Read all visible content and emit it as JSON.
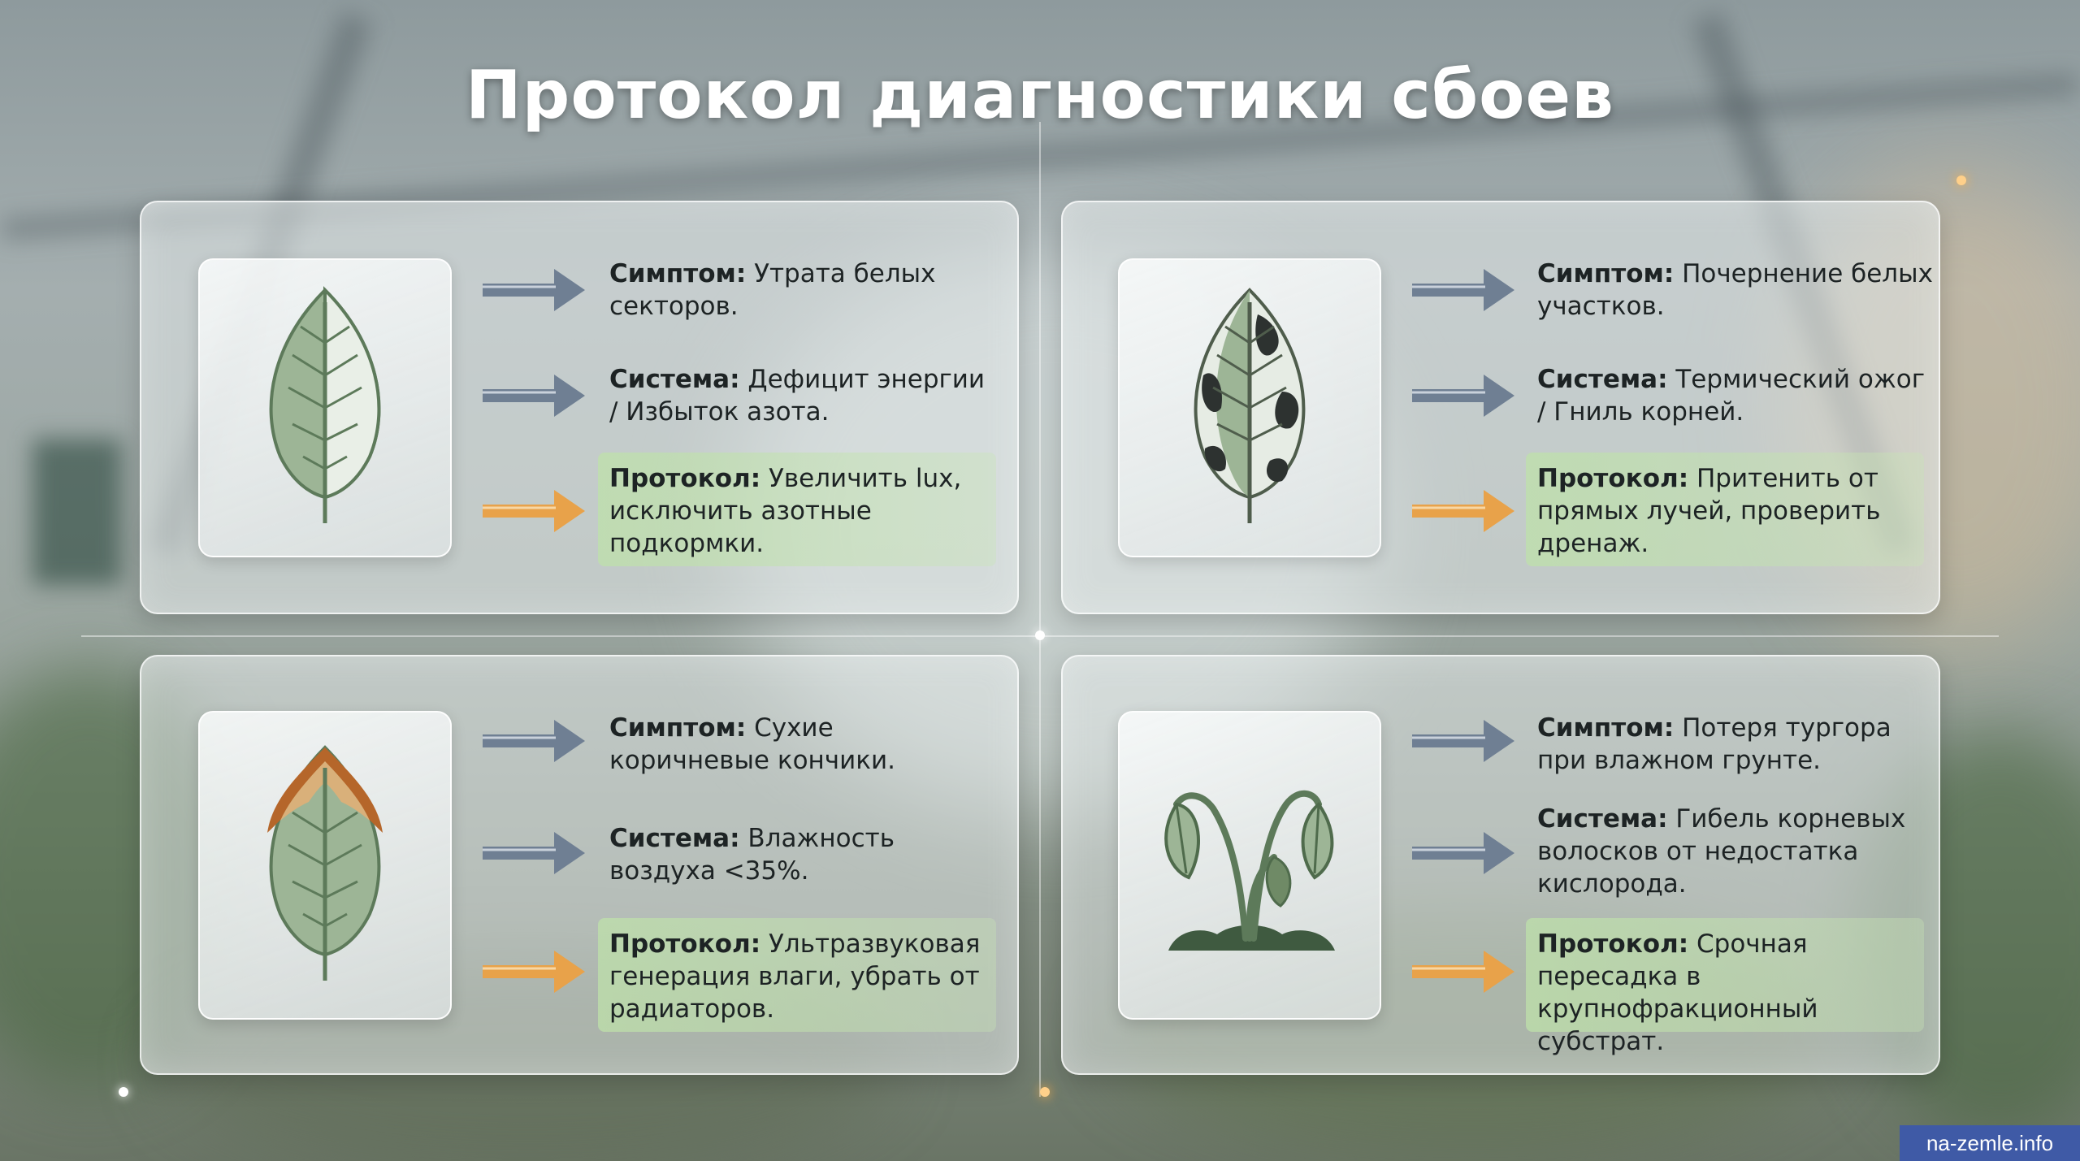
{
  "title": "Протокол диагностики сбоев",
  "colors": {
    "arrow_gray": "#6f7f93",
    "arrow_orange": "#e8a24a",
    "leaf_green": "#9db596",
    "protocol_highlight": "#c3e2b0",
    "watermark_bg": "#3f5aa6"
  },
  "cards": [
    {
      "icon": "healthy-leaf-icon",
      "symptom_label": "Симптом:",
      "symptom": "Утрата белых секторов.",
      "system_label": "Система:",
      "system": "Дефицит энергии / Избыток азота.",
      "protocol_label": "Протокол:",
      "protocol": "Увеличить lux, исключить азотные подкормки."
    },
    {
      "icon": "black-spotted-leaf-icon",
      "symptom_label": "Симптом:",
      "symptom": "Почернение белых участков.",
      "system_label": "Система:",
      "system": "Термический ожог / Гниль корней.",
      "protocol_label": "Протокол:",
      "protocol": "Притенить от прямых лучей, проверить дренаж."
    },
    {
      "icon": "brown-tip-leaf-icon",
      "symptom_label": "Симптом:",
      "symptom": "Сухие коричневые кончики.",
      "system_label": "Система:",
      "system": "Влажность воздуха <35%.",
      "protocol_label": "Протокол:",
      "protocol": "Ультразвуковая генерация влаги, убрать от радиаторов."
    },
    {
      "icon": "wilting-plant-icon",
      "symptom_label": "Симптом:",
      "symptom": "Потеря тургора при влажном грунте.",
      "system_label": "Система:",
      "system": "Гибель корневых волосков от недостатка кислорода.",
      "protocol_label": "Протокол:",
      "protocol": "Срочная пересадка в крупнофракционный субстрат."
    }
  ],
  "watermark": "na-zemle.info"
}
